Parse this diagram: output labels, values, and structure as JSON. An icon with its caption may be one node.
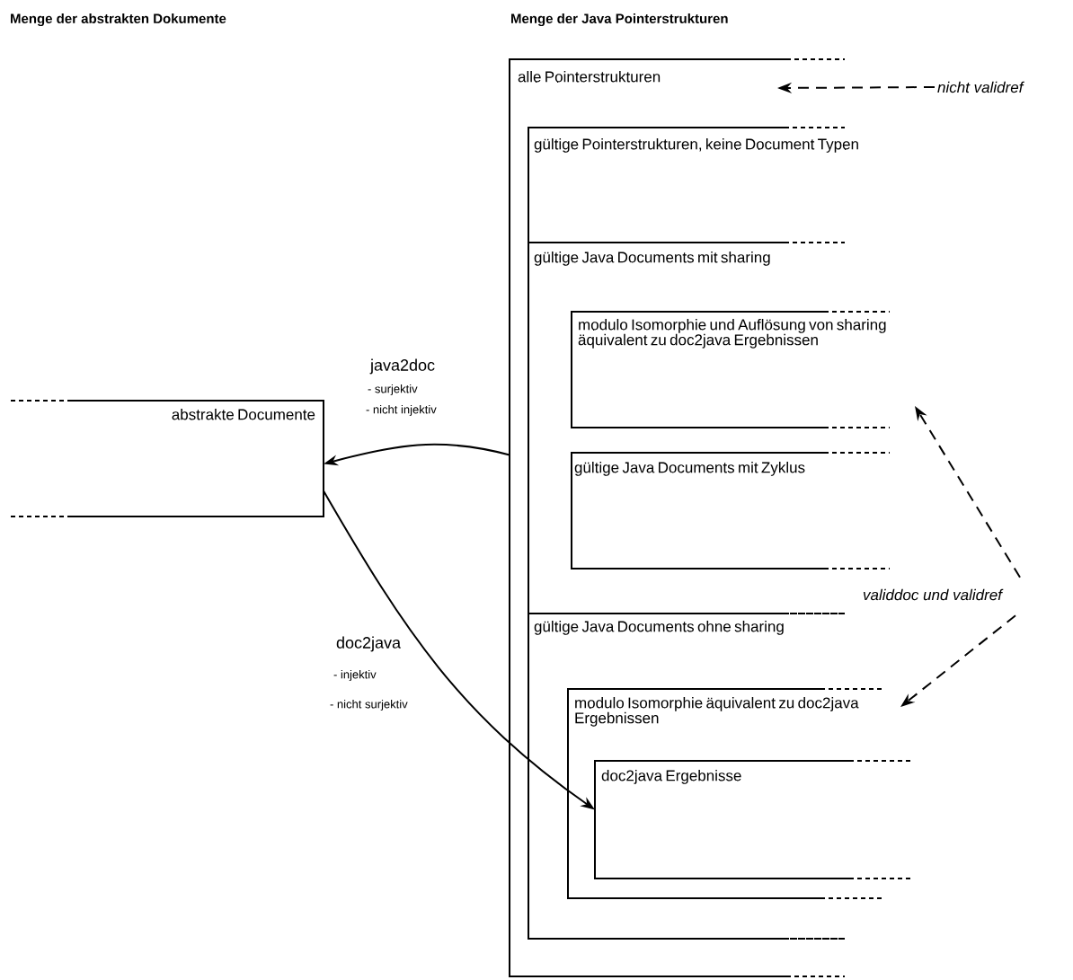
{
  "diagram": {
    "nodes": [
      {
        "text": [
          "alle Pointerstrukturen"
        ]
      },
      {
        "text": [
          "gültige Pointerstrukturen, keine Document Typen"
        ],
        "in": 0
      },
      {
        "text": [
          "gültige Java Documents mit sharing"
        ],
        "in": 1
      },
      {
        "text": [
          "modulo Isomorphie und Auflösung von sharing äquivalent zu doc2java Ergebnissen"
        ],
        "in": 2
      },
      {
        "text": [
          "gültige Java Documents mit Zyklus"
        ],
        "in": 2
      },
      {
        "text": [
          "gültige Java Documents ohne sharing"
        ],
        "in": 1
      },
      {
        "text": [
          "modulo Isomorphie äquivalent zu doc2java Ergebnissen"
        ],
        "in": 5
      },
      {
        "text": [
          "doc2java Ergebnisse"
        ],
        "in": 6
      },
      {
        "text": [
          "abstrakte Documente"
        ]
      },
      {
        "text": [
          "nicht validref"
        ]
      },
      {
        "text": [
          "validdoc und validref"
        ]
      }
    ],
    "edges": [
      {
        "from": 0,
        "to": 8,
        "arrow": "to",
        "label": "java2doc"
      },
      {
        "from": 8,
        "to": 7,
        "arrow": "to",
        "label": "doc2java"
      },
      {
        "from": 9,
        "to": 0,
        "arrow": "to",
        "style": "dashed"
      },
      {
        "from": 10,
        "to": 3,
        "arrow": "to",
        "style": "dashed"
      },
      {
        "from": 10,
        "to": 6,
        "arrow": "to",
        "style": "dashed"
      }
    ],
    "labels": [
      "Menge der abstrakten Dokumente",
      "Menge der Java Pointerstrukturen",
      "- surjektiv",
      "- nicht injektiv",
      "- injektiv",
      "- nicht surjektiv"
    ]
  }
}
